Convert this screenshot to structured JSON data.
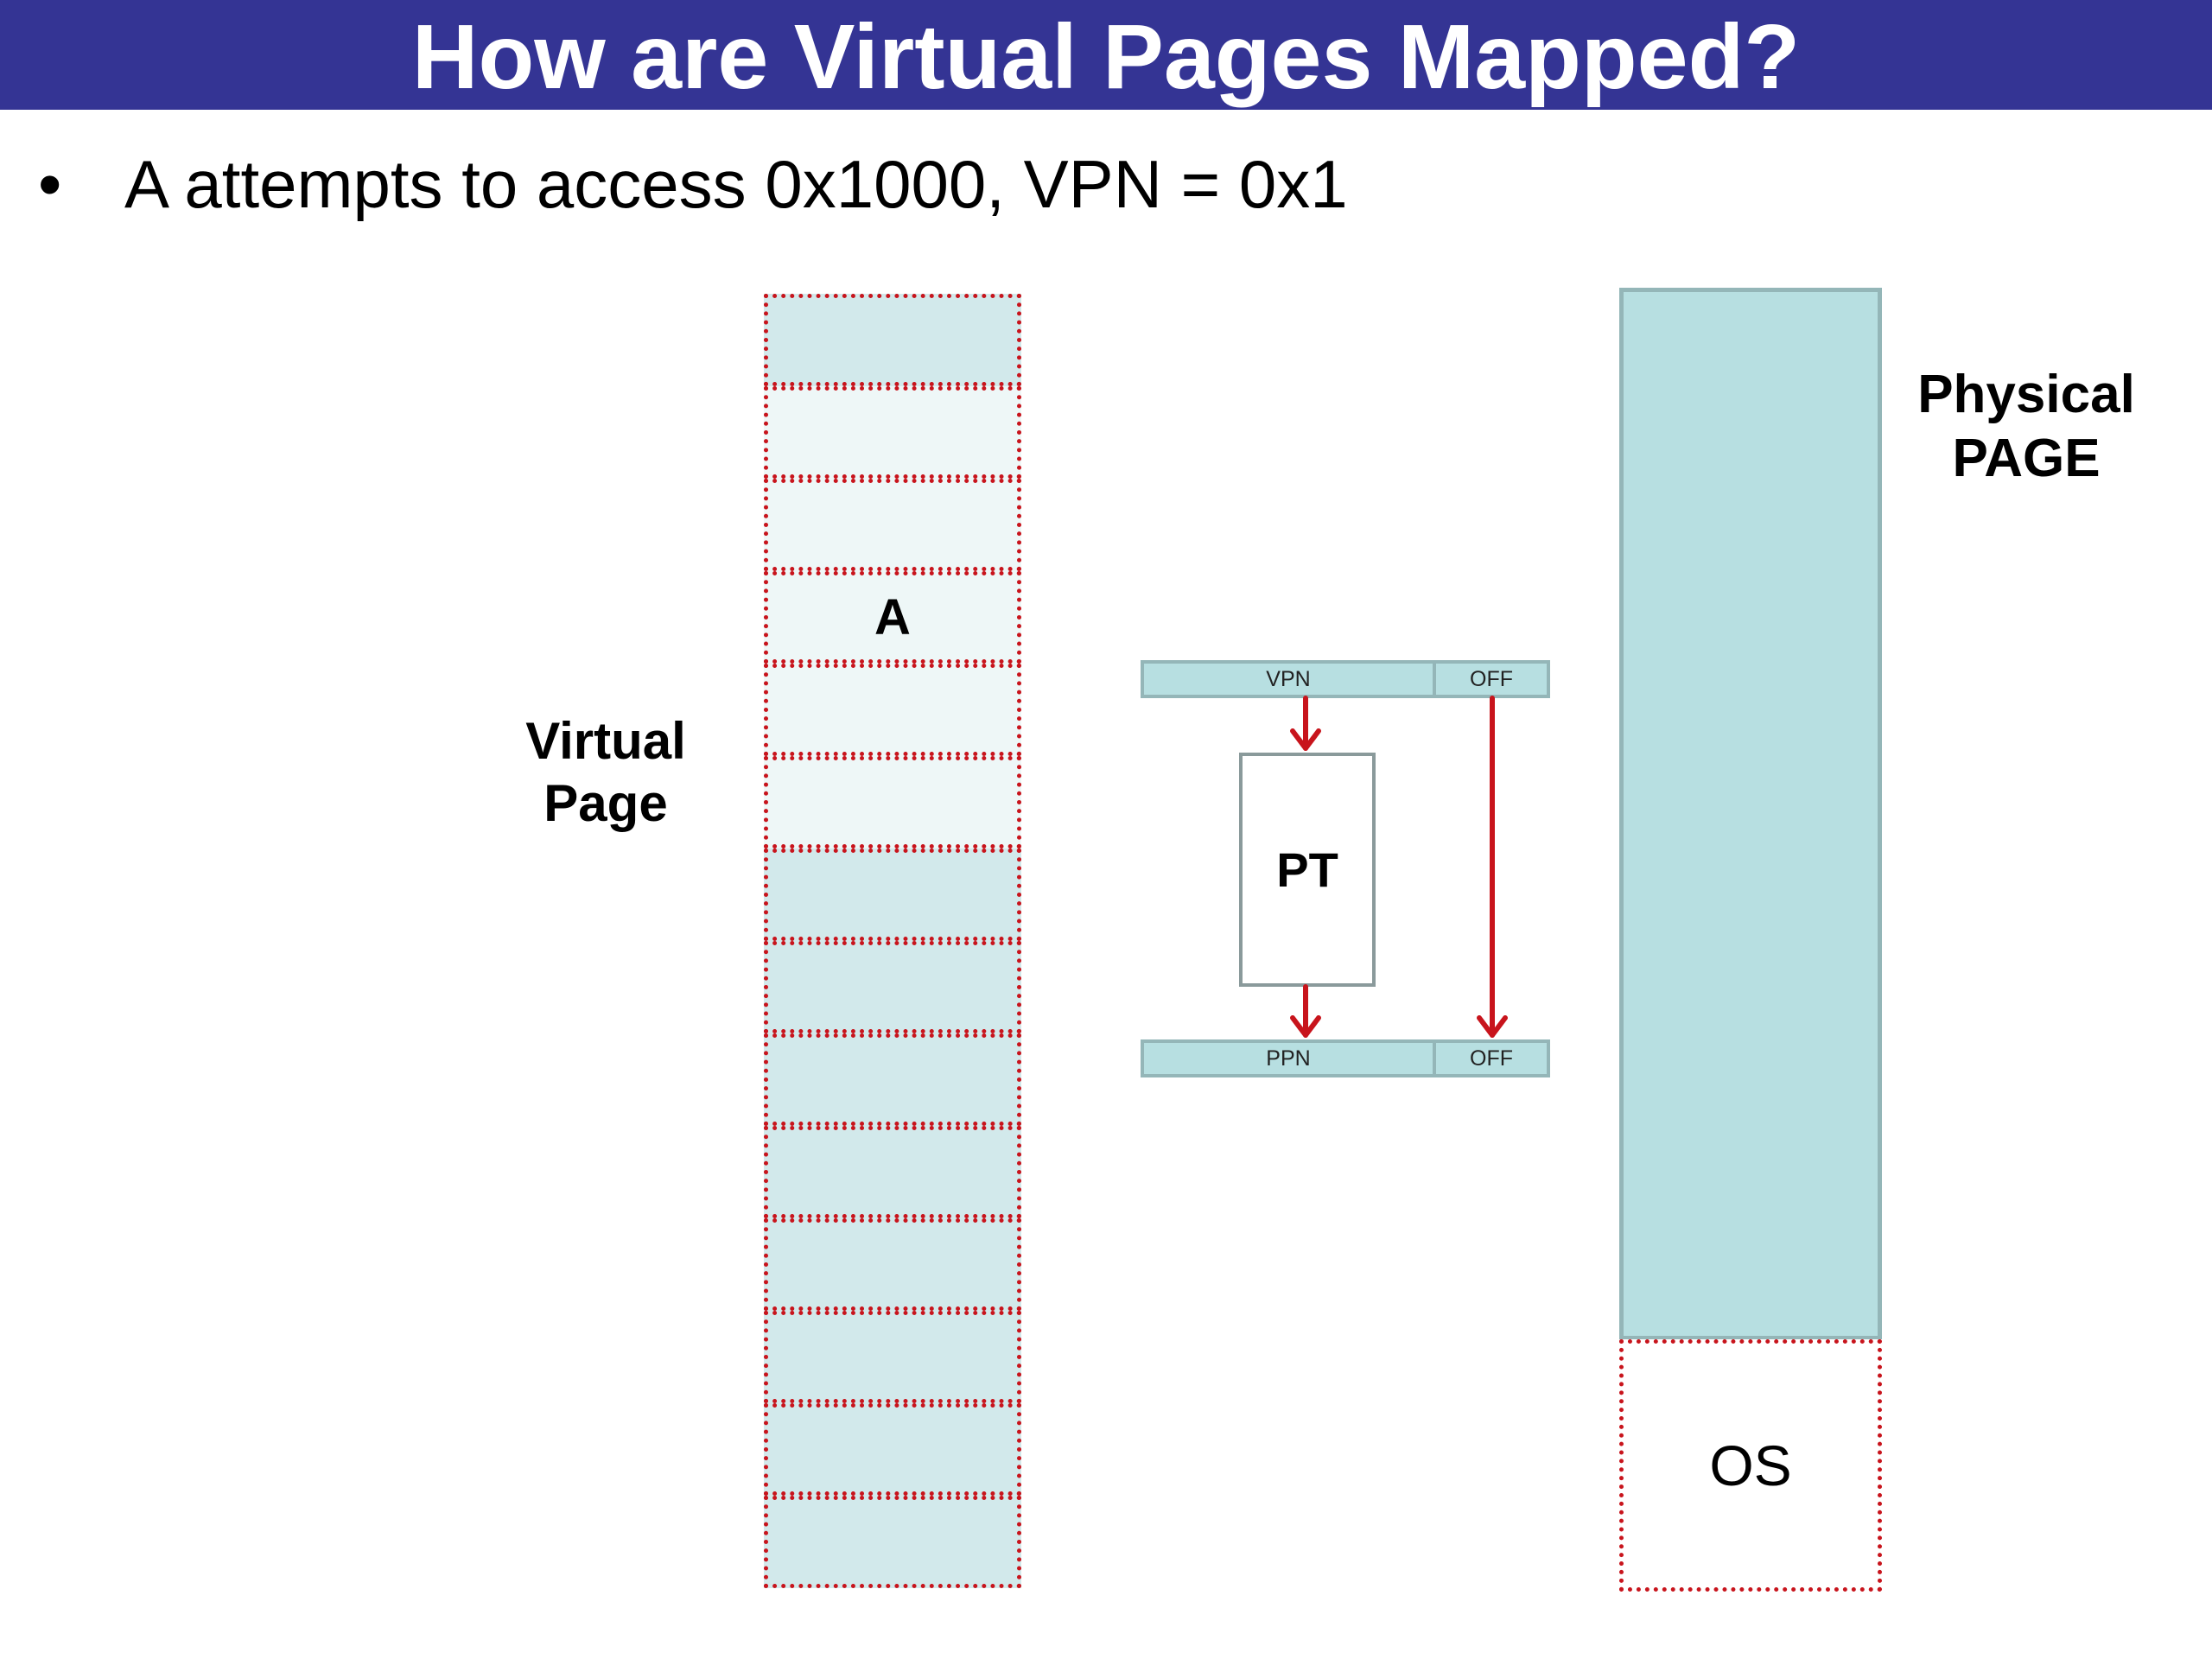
{
  "title": "How are Virtual Pages Mapped?",
  "bullet": "A attempts to access 0x1000, VPN = 0x1",
  "virtual_page": {
    "label_line1": "Virtual",
    "label_line2": "Page",
    "cells": [
      {
        "text": "",
        "fill": "#d2e9eb"
      },
      {
        "text": "",
        "fill": "#eef7f7"
      },
      {
        "text": "",
        "fill": "#eef7f7"
      },
      {
        "text": "A",
        "fill": "#eef7f7"
      },
      {
        "text": "",
        "fill": "#eef7f7"
      },
      {
        "text": "",
        "fill": "#eef7f7"
      },
      {
        "text": "",
        "fill": "#d2e9eb"
      },
      {
        "text": "",
        "fill": "#d2e9eb"
      },
      {
        "text": "",
        "fill": "#d2e9eb"
      },
      {
        "text": "",
        "fill": "#d2e9eb"
      },
      {
        "text": "",
        "fill": "#d2e9eb"
      },
      {
        "text": "",
        "fill": "#d2e9eb"
      },
      {
        "text": "",
        "fill": "#d2e9eb"
      },
      {
        "text": "",
        "fill": "#d2e9eb"
      }
    ]
  },
  "translation": {
    "virtual_address": {
      "vpn": "VPN",
      "off": "OFF"
    },
    "page_table": "PT",
    "physical_address": {
      "ppn": "PPN",
      "off": "OFF"
    }
  },
  "physical_page": {
    "label_line1": "Physical",
    "label_line2": "PAGE",
    "os": "OS"
  },
  "colors": {
    "title_bg": "#343494",
    "memory_fill": "#b7dfe1",
    "arrow": "#c8141c",
    "dotted_border": "#c8141c"
  }
}
